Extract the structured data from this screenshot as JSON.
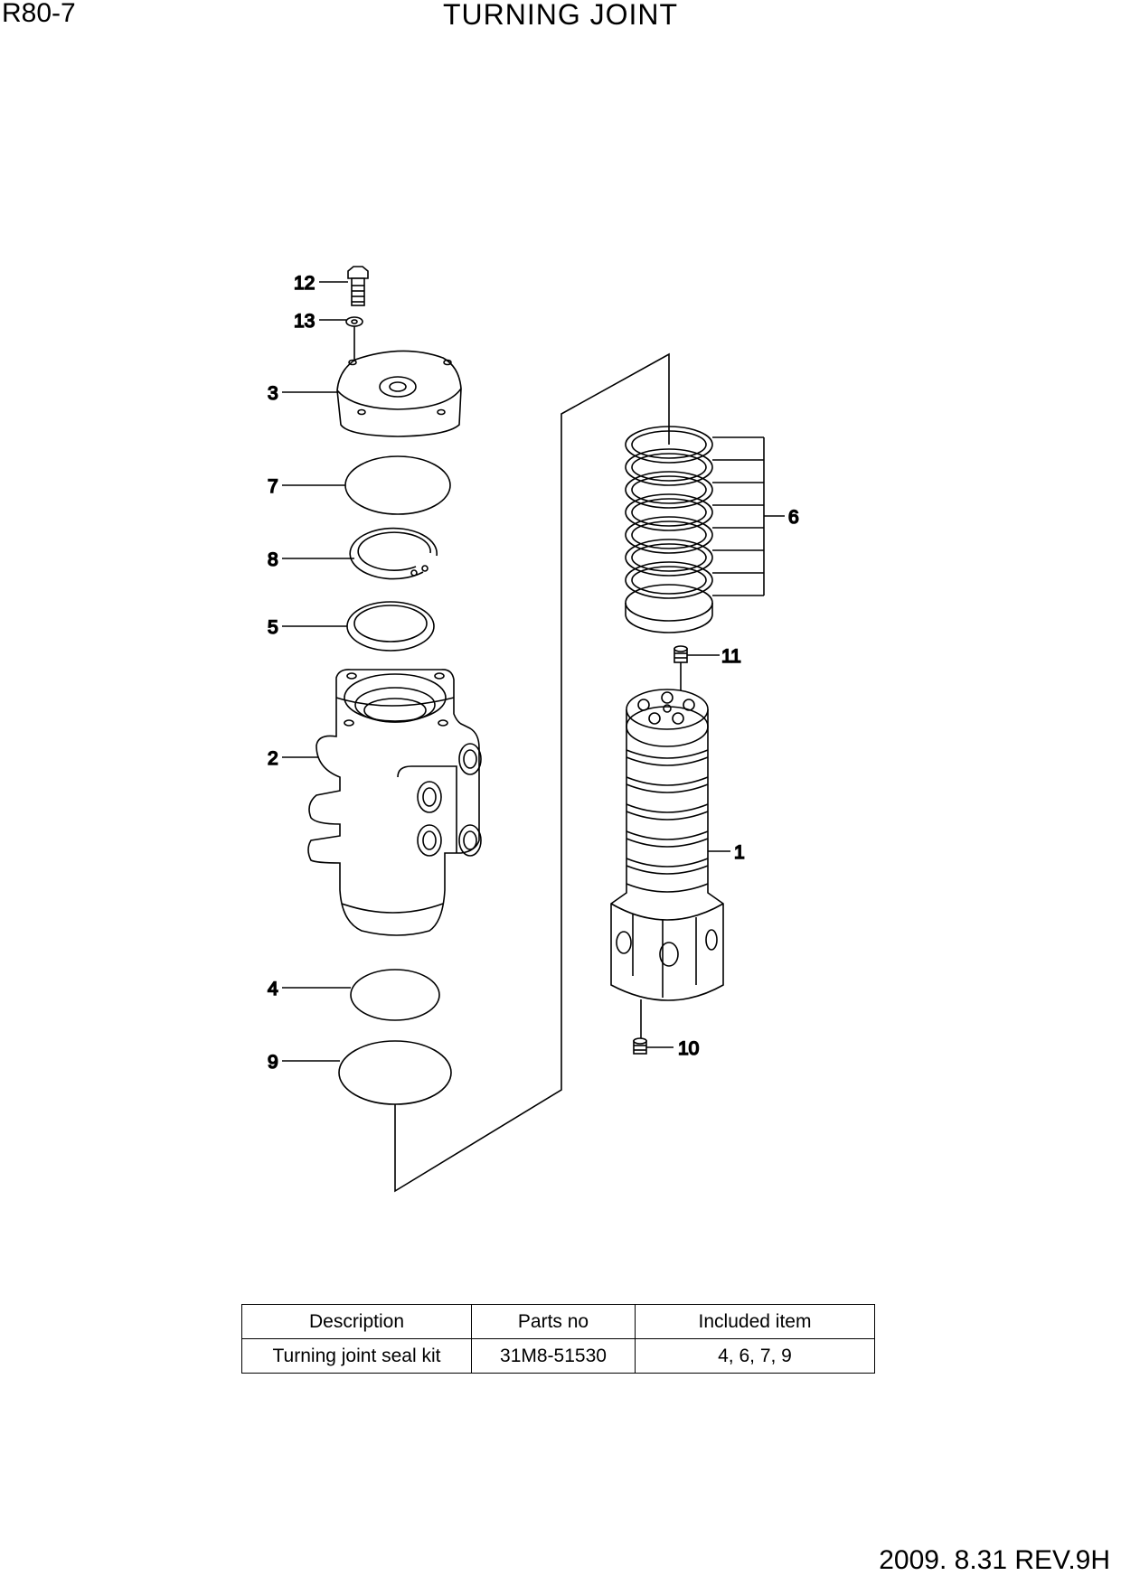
{
  "header": {
    "model": "R80-7",
    "title": "TURNING JOINT"
  },
  "callouts": {
    "c1": "1",
    "c2": "2",
    "c3": "3",
    "c4": "4",
    "c5": "5",
    "c6": "6",
    "c7": "7",
    "c8": "8",
    "c9": "9",
    "c10": "10",
    "c11": "11",
    "c12": "12",
    "c13": "13"
  },
  "kit_table": {
    "headers": [
      "Description",
      "Parts no",
      "Included item"
    ],
    "rows": [
      [
        "Turning joint seal kit",
        "31M8-51530",
        "4, 6, 7, 9"
      ]
    ]
  },
  "footer": {
    "revision": "2009. 8.31 REV.9H"
  }
}
